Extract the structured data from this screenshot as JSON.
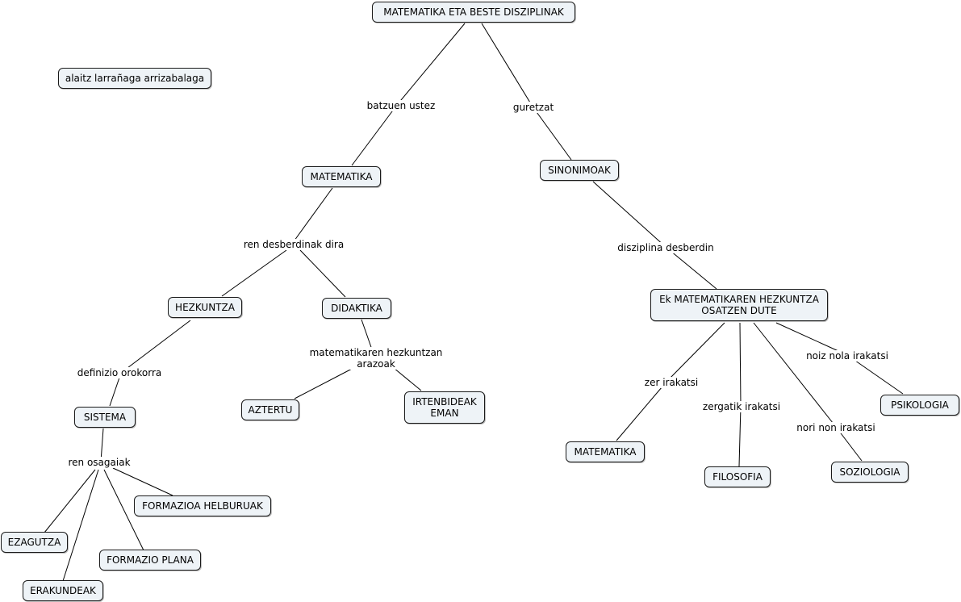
{
  "author": "alaitz larrañaga arrizabalaga",
  "nodes": {
    "root": "MATEMATIKA ETA BESTE DISZIPLINAK",
    "matematika": "MATEMATIKA",
    "sinonimoak": "SINONIMOAK",
    "hezkuntza": "HEZKUNTZA",
    "didaktika": "DIDAKTIKA",
    "sistema": "SISTEMA",
    "aztertu": "AZTERTU",
    "irtenbideak": "IRTENBIDEAK\nEMAN",
    "formazioa_helburuak": "FORMAZIOA HELBURUAK",
    "ezagutza": "EZAGUTZA",
    "formazio_plana": "FORMAZIO PLANA",
    "erakundeak": "ERAKUNDEAK",
    "ek_matematikaren": "Ek MATEMATIKAREN HEZKUNTZA\nOSATZEN DUTE",
    "matematika2": "MATEMATIKA",
    "filosofia": "FILOSOFIA",
    "soziologia": "SOZIOLOGIA",
    "psikologia": "PSIKOLOGIA"
  },
  "links": {
    "batzuen_ustez": "batzuen ustez",
    "guretzat": "guretzat",
    "ren_desberdinak": "ren desberdinak  dira",
    "disziplina_desberdin": "disziplina desberdin",
    "definizio_orokorra": "definizio orokorra",
    "matematikaren_arazoak": "matematikaren hezkuntzan\narazoak",
    "ren_osagaiak": "ren osagaiak",
    "zer_irakatsi": "zer irakatsi",
    "zergatik_irakatsi": "zergatik irakatsi",
    "nori_non_irakatsi": "nori non irakatsi",
    "noiz_nola_irakatsi": "noiz nola irakatsi"
  },
  "colors": {
    "node_fill": "#eef3f7",
    "node_border": "#1a1a1a",
    "line": "#000000"
  }
}
